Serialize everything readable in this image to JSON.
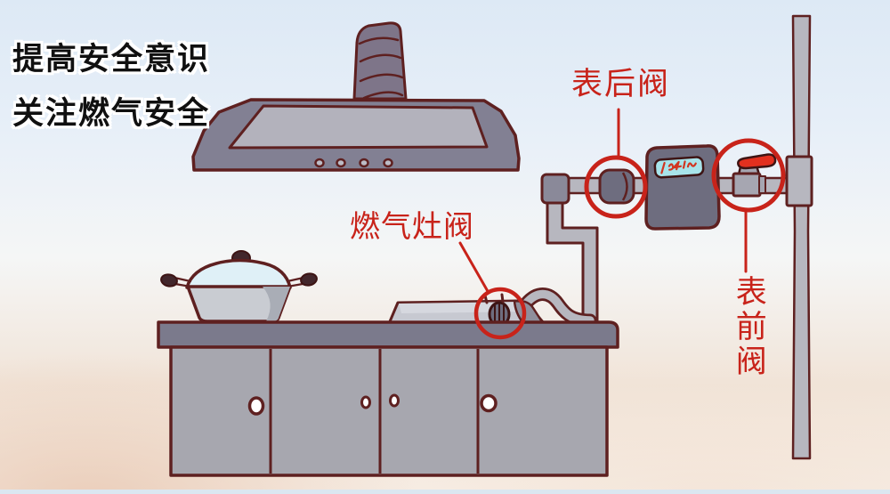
{
  "title": {
    "line1": "提高安全意识",
    "line2": "关注燃气安全"
  },
  "annotations": {
    "meter_back_valve": "表后阀",
    "stove_valve": "燃气灶阀",
    "meter_front_valve": "表前阀"
  },
  "colors": {
    "annotation_red": "#c8231a",
    "lever_red": "#e2301f",
    "outline_maroon": "#5e2020",
    "pipe_gray": "#b7b7bf",
    "hood_slate": "#828093",
    "meter_slate": "#6e6d7f",
    "counter_slate": "#7b7a8c",
    "cabinet_gray": "#a7a7af",
    "display_cyan": "#a8e4ea",
    "background_top": "#dde9f5",
    "background_bottom": "#f1e4d8"
  }
}
